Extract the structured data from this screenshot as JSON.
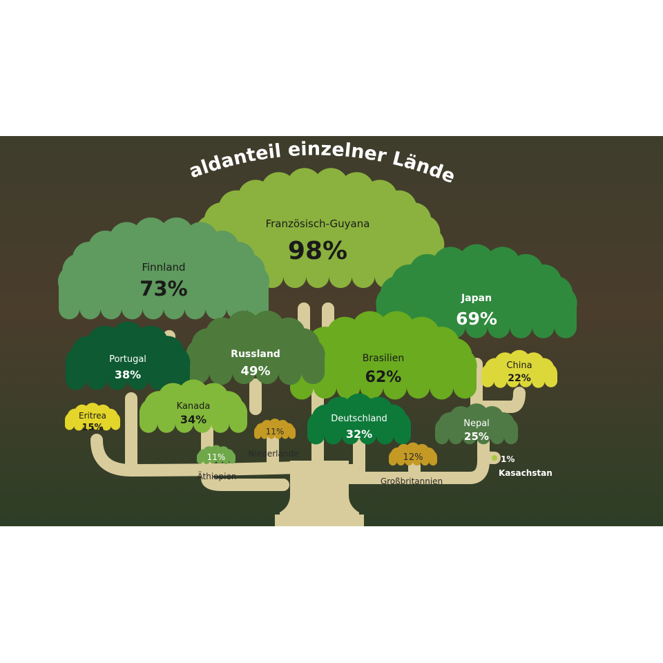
{
  "chart_data": {
    "type": "infographic-tree",
    "title": "Waldanteil einzelner Länder",
    "unit": "%",
    "entries": [
      {
        "country": "Französisch-Guyana",
        "value": 98,
        "label": "98%",
        "color": "#8bb23e"
      },
      {
        "country": "Finnland",
        "value": 73,
        "label": "73%",
        "color": "#5f9a5e"
      },
      {
        "country": "Japan",
        "value": 69,
        "label": "69%",
        "color": "#2f8a3e"
      },
      {
        "country": "Brasilien",
        "value": 62,
        "label": "62%",
        "color": "#6aab1f"
      },
      {
        "country": "Russland",
        "value": 49,
        "label": "49%",
        "color": "#4e7b3c"
      },
      {
        "country": "Portugal",
        "value": 38,
        "label": "38%",
        "color": "#0e5a33"
      },
      {
        "country": "Kanada",
        "value": 34,
        "label": "34%",
        "color": "#82b93a"
      },
      {
        "country": "Deutschland",
        "value": 32,
        "label": "32%",
        "color": "#0d7a3a"
      },
      {
        "country": "Nepal",
        "value": 25,
        "label": "25%",
        "color": "#4f7a45"
      },
      {
        "country": "China",
        "value": 22,
        "label": "22%",
        "color": "#ddd83a"
      },
      {
        "country": "Eritrea",
        "value": 15,
        "label": "15%",
        "color": "#e4d52a"
      },
      {
        "country": "Großbritannien",
        "value": 12,
        "label": "12%",
        "color": "#c49a25"
      },
      {
        "country": "Niederlande",
        "value": 11,
        "label": "11%",
        "color": "#c49a25"
      },
      {
        "country": "Äthiopien",
        "value": 11,
        "label": "11%",
        "color": "#6fa84a"
      },
      {
        "country": "Kasachstan",
        "value": 1,
        "label": "1%",
        "color": "#a8c840"
      }
    ]
  },
  "colors": {
    "trunk": "#d8cc9c",
    "background_top": "#3b3a2a",
    "background_bottom": "#2e3f27"
  }
}
